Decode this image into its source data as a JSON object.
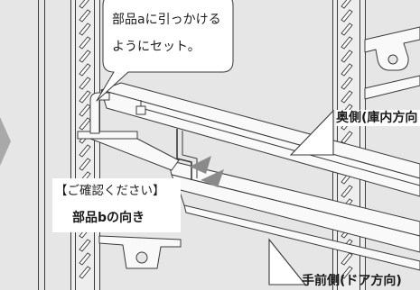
{
  "callout": {
    "line1": "部品aに引っかける",
    "line2": "ようにセット。"
  },
  "notice": {
    "heading": "【ご確認ください】",
    "text": "部品bの向き"
  },
  "direction_labels": {
    "back": "奥側(庫内方向",
    "front": "手前側(ドア方向)"
  },
  "icons": {
    "step_arrow": "chevron-right-icon",
    "back_pointer": "triangle-pointer-icon",
    "front_pointer": "triangle-pointer-icon",
    "part_b_arrows": "arrowhead-left-icon"
  },
  "colors": {
    "background": "#e6e6e6",
    "surface": "#f9f9f9",
    "rail": "#eeeeee",
    "line": "#3a3a3a",
    "arrow": "#8a8a8a",
    "step_arrow": "#a9a9a9",
    "callout_fill": "#ffffff",
    "label_fill": "#ffffff"
  }
}
